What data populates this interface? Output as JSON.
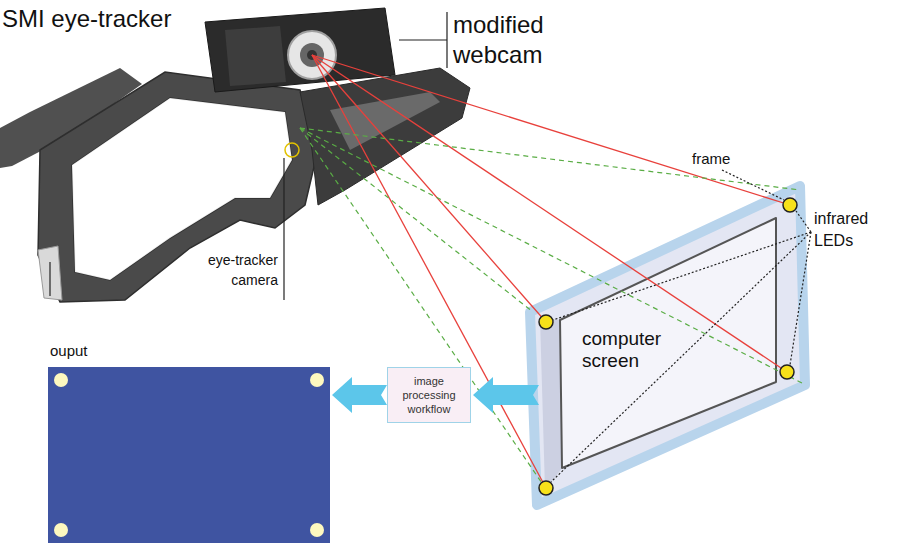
{
  "diagram": {
    "nodes": [
      {
        "text": [
          "computer screen"
        ]
      },
      {
        "text": [
          "image processing workflow"
        ]
      },
      {
        "text": [
          "ouput"
        ]
      }
    ],
    "edges": [
      {
        "from": 0,
        "to": 1,
        "arrow": "to"
      },
      {
        "from": 1,
        "to": 2,
        "arrow": "to"
      }
    ],
    "labels": [
      "SMI eye-tracker",
      "modified webcam",
      "eye-tracker camera",
      "frame",
      "infrared LEDs"
    ]
  }
}
